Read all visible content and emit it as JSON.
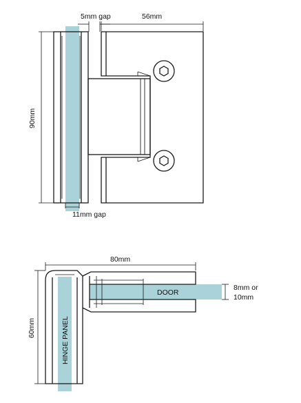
{
  "top_view": {
    "dim_gap_top": "5mm gap",
    "dim_width": "56mm",
    "dim_height": "90mm",
    "dim_gap_bottom": "11mm gap"
  },
  "bottom_view": {
    "dim_length": "80mm",
    "dim_height": "60mm",
    "glass_thickness_line1": "8mm or",
    "glass_thickness_line2": "10mm",
    "door_label": "DOOR",
    "hinge_panel_label": "HINGE PANEL"
  },
  "colors": {
    "glass": "#a9d3d8",
    "line": "#1a1a1a",
    "background": "#ffffff"
  },
  "icons": [
    "hex-screw-icon",
    "hex-screw-icon"
  ]
}
